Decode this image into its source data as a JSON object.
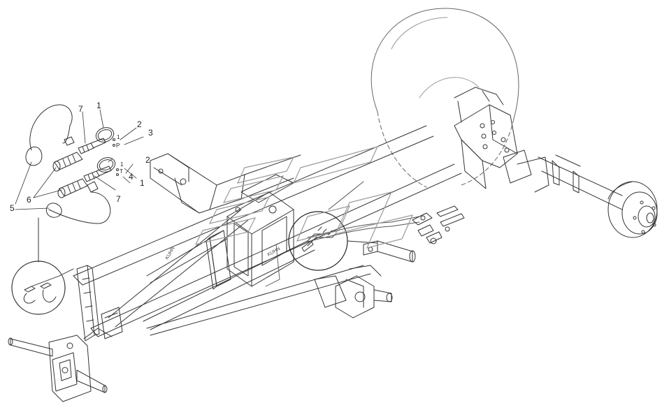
{
  "callouts": {
    "c1a": "1",
    "c1b": "1",
    "c2a": "2",
    "c2b": "2",
    "c3": "3",
    "c4": "4",
    "c5": "5",
    "c6": "6",
    "c7a": "7",
    "c7b": "7"
  },
  "ports": {
    "pressure": "P",
    "tank": "T",
    "one_a": "1",
    "one_b": "1"
  },
  "frame_marks": {
    "left": "KUHN",
    "center": "KUHN"
  },
  "colors": {
    "line": "#333333",
    "light_line": "#888888",
    "faint_line": "#aaaaaa"
  }
}
